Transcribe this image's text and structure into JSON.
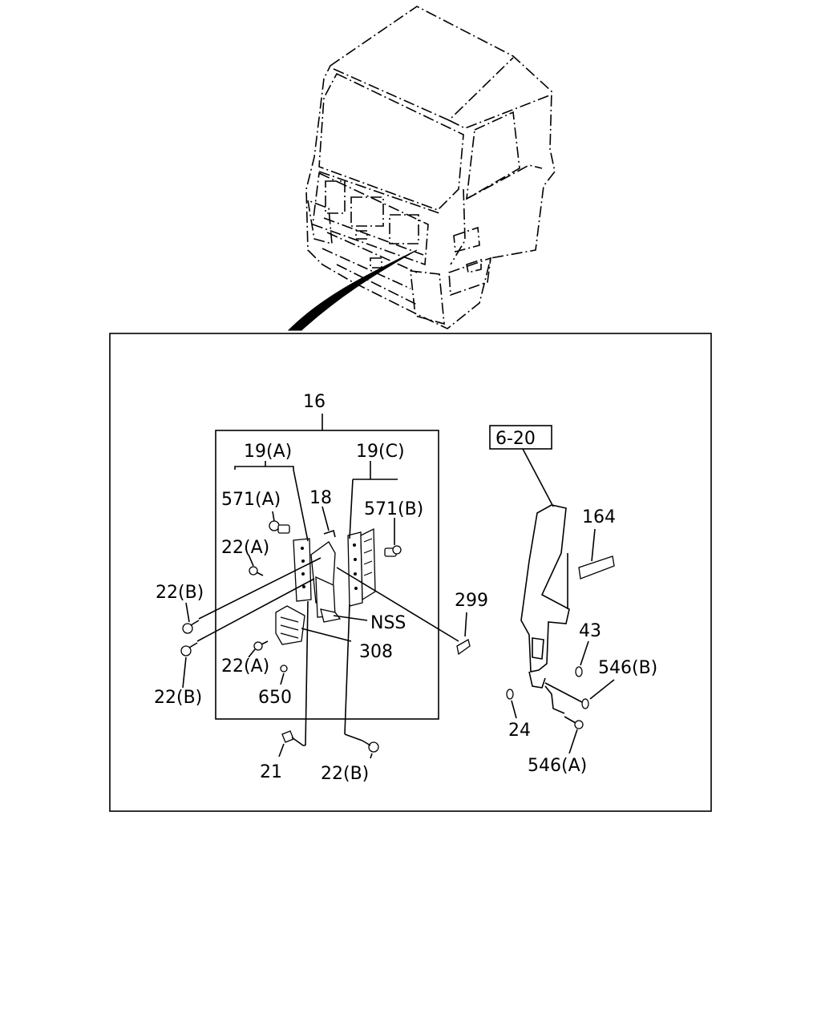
{
  "labels": {
    "p16": "16",
    "p19a": "19(A)",
    "p19c": "19(C)",
    "p571a": "571(A)",
    "p571b": "571(B)",
    "p18": "18",
    "p22a_top": "22(A)",
    "p22a_bottom": "22(A)",
    "p22b_left_top": "22(B)",
    "p22b_left_bottom": "22(B)",
    "p22b_bottom": "22(B)",
    "nss": "NSS",
    "p308": "308",
    "p650": "650",
    "p21": "21",
    "p299": "299",
    "p6_20": "6-20",
    "p164": "164",
    "p43": "43",
    "p546b": "546(B)",
    "p546a": "546(A)",
    "p24": "24"
  }
}
